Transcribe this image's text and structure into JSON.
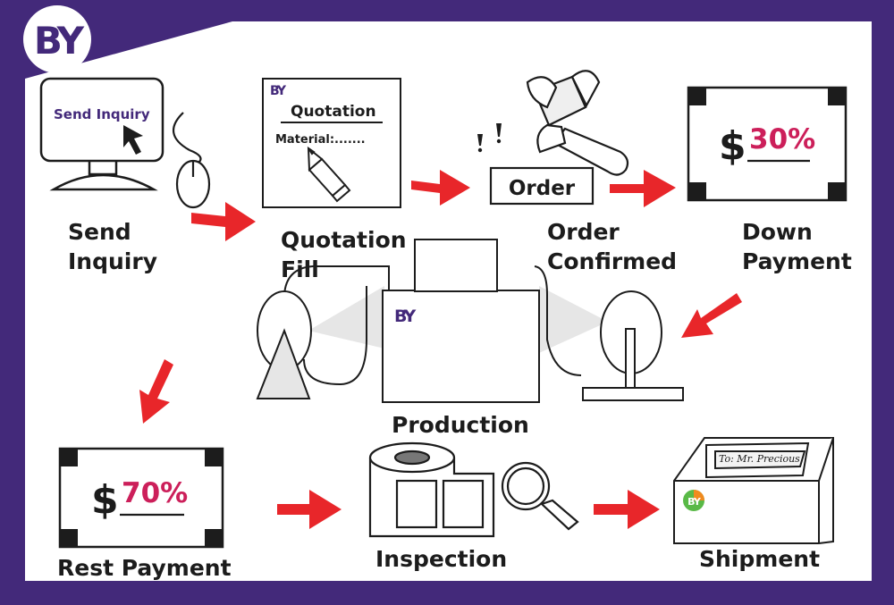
{
  "brand": {
    "logo_text": "BY",
    "purple": "#43297a",
    "red": "#e8262a",
    "magenta": "#cc1f5a",
    "green": "#59b947",
    "orange": "#f08a1e"
  },
  "steps": {
    "send_inquiry": {
      "screen_text": "Send Inquiry",
      "label": [
        "Send",
        "Inquiry"
      ]
    },
    "quotation": {
      "doc_title": "Quotation",
      "doc_field": "Material:.......",
      "label": [
        "Quotation",
        "Fill"
      ]
    },
    "order": {
      "sign_text": "Order",
      "label": [
        "Order",
        "Confirmed"
      ]
    },
    "down_payment": {
      "currency": "$",
      "percent": "30%",
      "label": [
        "Down",
        "Payment"
      ]
    },
    "production": {
      "label": "Production"
    },
    "rest_payment": {
      "currency": "$",
      "percent": "70%",
      "label": "Rest Payment"
    },
    "inspection": {
      "label": "Inspection"
    },
    "shipment": {
      "address": "To: Mr. Precious",
      "label": "Shipment"
    }
  },
  "icons": [
    "computer-icon",
    "mouse-icon",
    "cursor-icon",
    "pencil-icon",
    "gavel-icon",
    "exclamation-icon",
    "banknote-icon",
    "machine-icon",
    "label-roll-icon",
    "magnifier-icon",
    "box-icon",
    "arrow-icon"
  ]
}
